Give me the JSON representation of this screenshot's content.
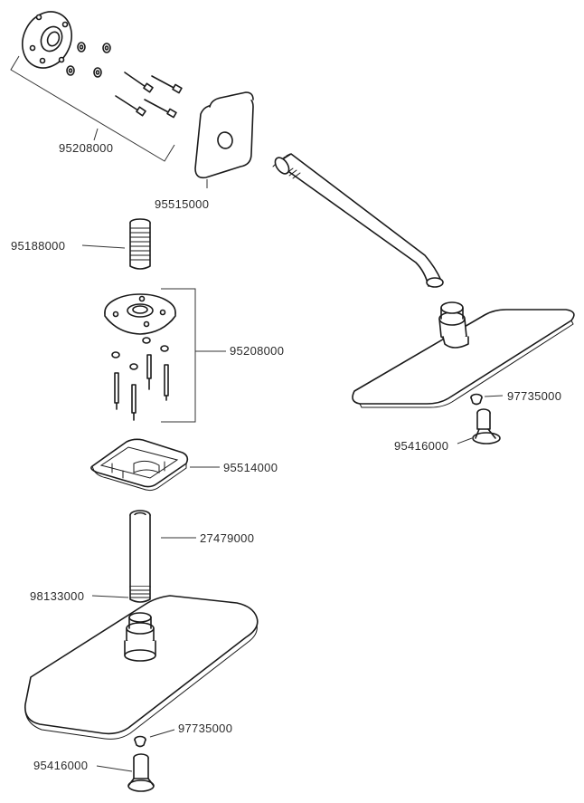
{
  "diagram": {
    "labels": {
      "wall_flange_kit_top": "95208000",
      "square_cover_plate": "95515000",
      "threaded_nipple": "95188000",
      "ceiling_flange_kit": "95208000",
      "ceiling_canopy": "95514000",
      "ceiling_extension_arm": "27479000",
      "seal_ring": "98133000",
      "wall_head_flow_limiter": "97735000",
      "wall_head_joint": "95416000",
      "ceiling_head_flow_limiter": "97735000",
      "ceiling_head_joint": "95416000"
    },
    "colors": {
      "line": "#1a1a1a",
      "background": "#ffffff",
      "label": "#2a2a2a"
    }
  }
}
